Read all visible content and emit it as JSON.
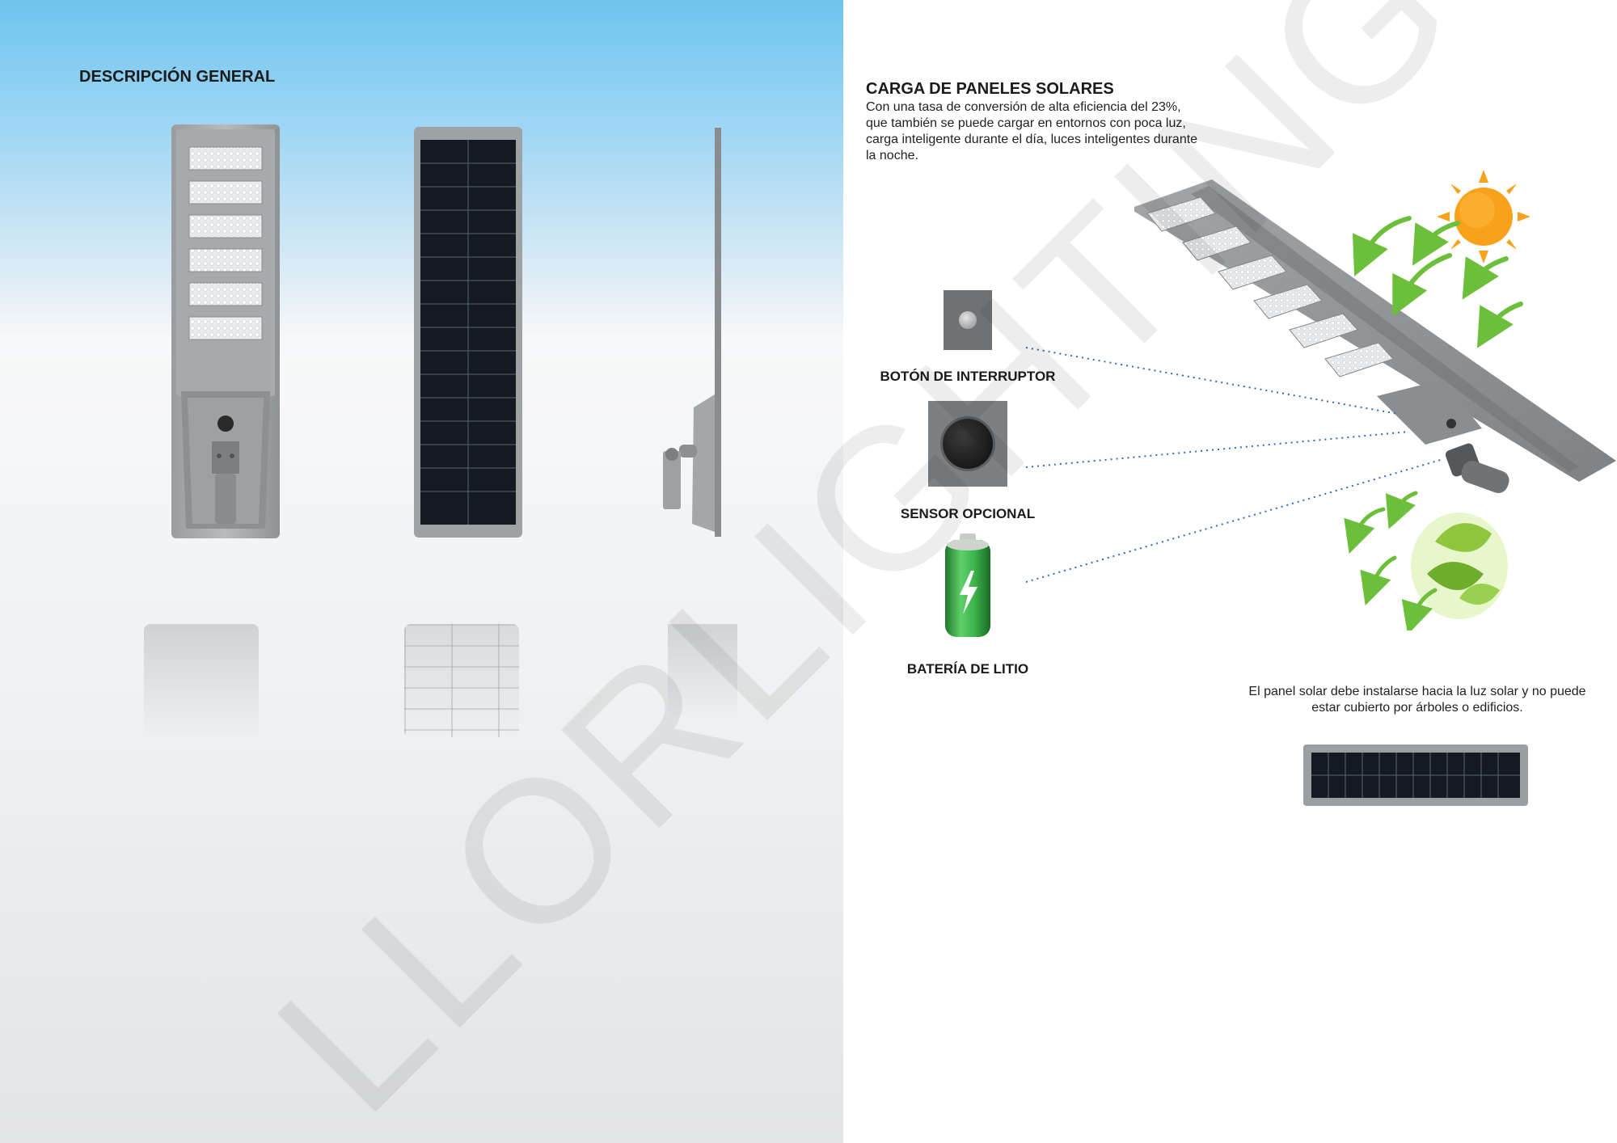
{
  "left": {
    "title": "DESCRIPCIÓN GENERAL"
  },
  "right": {
    "title": "CARGA DE PANELES SOLARES",
    "description": "Con una tasa de conversión de alta eficiencia del 23%, que también se puede cargar en entornos con poca luz, carga inteligente durante el día, luces inteligentes durante la noche.",
    "labels": {
      "switch_button": "BOTÓN DE INTERRUPTOR",
      "optional_sensor": "SENSOR OPCIONAL",
      "lithium_battery": "BATERÍA DE LITIO"
    },
    "note": "El panel solar debe instalarse hacia la luz solar y no puede estar cubierto por árboles o edificios."
  },
  "watermark": "LLORLIGHTING",
  "colors": {
    "sky_blue": "#6ec4ef",
    "sun": "#f9a11b",
    "arrow_green": "#6cbf3a",
    "battery_green": "#3db34a",
    "dotted_line": "#2a6fb5",
    "lamp_gray": "#8c8f92"
  }
}
